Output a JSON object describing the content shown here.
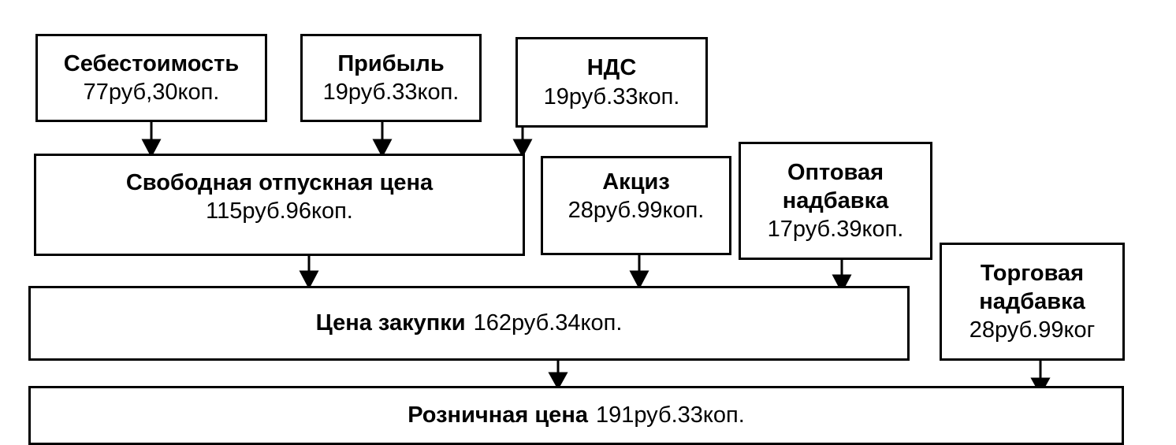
{
  "boxes": {
    "cost": {
      "title": "Себестоимость",
      "value": "77руб,30коп."
    },
    "profit": {
      "title": "Прибыль",
      "value": "19руб.33коп."
    },
    "vat": {
      "title": "НДС",
      "value": "19руб.33коп."
    },
    "free_price": {
      "title": "Свободная отпускная цена",
      "value": "115руб.96коп."
    },
    "excise": {
      "title": "Акциз",
      "value": "28руб.99коп."
    },
    "wholesale": {
      "title_line1": "Оптовая",
      "title_line2": "надбавка",
      "value": "17руб.39коп."
    },
    "purchase": {
      "title": "Цена закупки",
      "value": "162руб.34коп."
    },
    "trade": {
      "title_line1": "Торговая",
      "title_line2": "надбавка",
      "value": "28руб.99ког"
    },
    "retail": {
      "title": "Розничная цена",
      "value": "191руб.33коп."
    }
  }
}
